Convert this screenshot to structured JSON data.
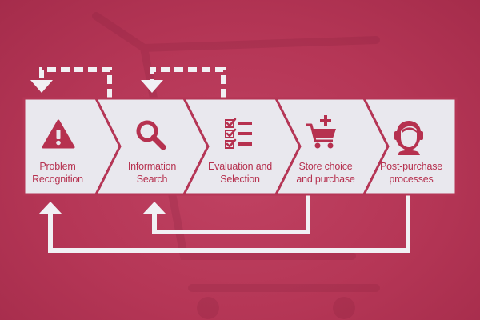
{
  "colors": {
    "background": "#b53656",
    "panel": "#e9e8ee",
    "accent": "#b6314f",
    "connector": "#f1f0f4"
  },
  "steps": [
    {
      "line1": "Problem",
      "line2": "Recognition",
      "icon": "warning-icon"
    },
    {
      "line1": "Information",
      "line2": "Search",
      "icon": "magnifier-icon"
    },
    {
      "line1": "Evaluation and",
      "line2": "Selection",
      "icon": "checklist-icon"
    },
    {
      "line1": "Store choice",
      "line2": "and purchase",
      "icon": "shopping-cart-icon"
    },
    {
      "line1": "Post-purchase",
      "line2": "processes",
      "icon": "customer-support-icon"
    }
  ]
}
